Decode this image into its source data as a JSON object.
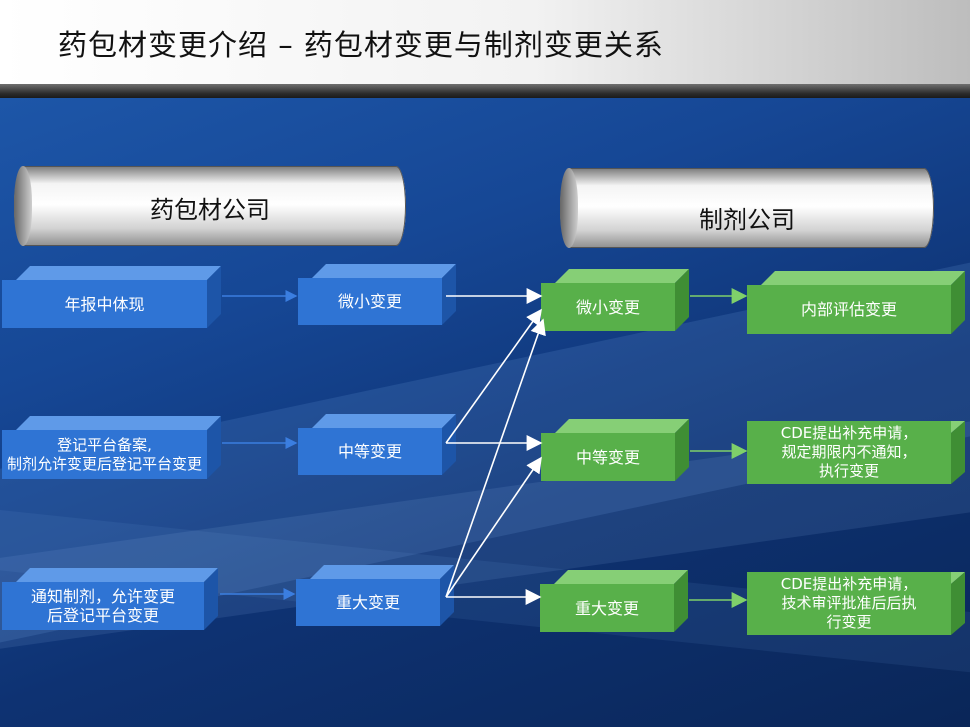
{
  "title": "药包材变更介绍 – 药包材变更与制剂变更关系",
  "headers": {
    "left": "药包材公司",
    "right": "制剂公司"
  },
  "packaging": {
    "outcomes": [
      "年报中体现",
      "登记平台备案,\n制剂允许变更后登记平台变更",
      "通知制剂，允许变更\n后登记平台变更"
    ],
    "changes": [
      "微小变更",
      "中等变更",
      "重大变更"
    ]
  },
  "formulation": {
    "changes": [
      "微小变更",
      "中等变更",
      "重大变更"
    ],
    "outcomes": [
      "内部评估变更",
      "CDE提出补充申请，\n规定期限内不通知，\n执行变更",
      "CDE提出补充申请，\n技术审评批准后后执\n行变更"
    ]
  },
  "colors": {
    "blue": "#2f74d4",
    "green": "#58b04a",
    "arrow_white": "#ffffff",
    "arrow_green": "#7fd06a"
  }
}
